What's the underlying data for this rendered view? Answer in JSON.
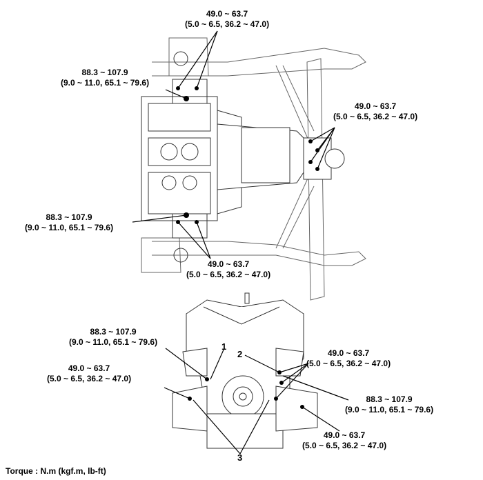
{
  "callouts": {
    "top_front_mounts": {
      "line1": "49.0 ~ 63.7",
      "line2": "(5.0 ~ 6.5, 36.2 ~ 47.0)"
    },
    "top_left_upper": {
      "line1": "88.3 ~ 107.9",
      "line2": "(9.0 ~ 11.0, 65.1 ~ 79.6)"
    },
    "top_right_trans": {
      "line1": "49.0 ~ 63.7",
      "line2": "(5.0 ~ 6.5, 36.2 ~ 47.0)"
    },
    "top_left_lower": {
      "line1": "88.3 ~ 107.9",
      "line2": "(9.0 ~ 11.0, 65.1 ~ 79.6)"
    },
    "top_rear_mounts": {
      "line1": "49.0 ~ 63.7",
      "line2": "(5.0 ~ 6.5, 36.2 ~ 47.0)"
    },
    "bottom_left_upper": {
      "line1": "88.3 ~ 107.9",
      "line2": "(9.0 ~ 11.0, 65.1 ~ 79.6)"
    },
    "bottom_left_lower": {
      "line1": "49.0 ~ 63.7",
      "line2": "(5.0 ~ 6.5, 36.2 ~ 47.0)"
    },
    "bottom_right_upper": {
      "line1": "49.0 ~ 63.7",
      "line2": "(5.0 ~ 6.5, 36.2 ~ 47.0)"
    },
    "bottom_right_mid": {
      "line1": "88.3 ~ 107.9",
      "line2": "(9.0 ~ 11.0, 65.1 ~ 79.6)"
    },
    "bottom_right_lower": {
      "line1": "49.0 ~ 63.7",
      "line2": "(5.0 ~ 6.5, 36.2 ~ 47.0)"
    }
  },
  "part_numbers": {
    "one": "1",
    "two": "2",
    "three": "3"
  },
  "torque_note": "Torque : N.m (kgf.m, lb-ft)"
}
